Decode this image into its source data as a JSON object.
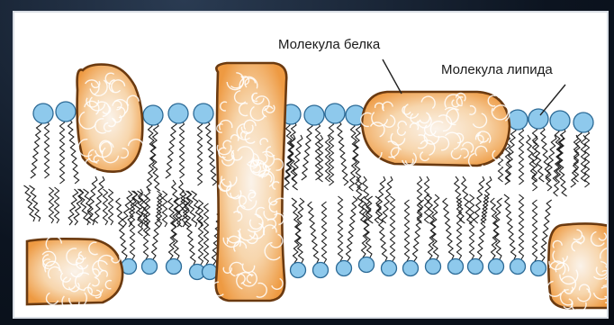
{
  "labels": {
    "protein": "Молекула белка",
    "lipid": "Молекула липида"
  },
  "colors": {
    "protein_fill": "#f3a350",
    "protein_edge": "#6b3a10",
    "protein_core": "#fbf1e6",
    "lipid_head": "#8ec9ec",
    "lipid_head_edge": "#2c6a96",
    "lipid_tail": "#1f1f1f",
    "background": "#ffffff"
  },
  "icons": [
    "protein-molecule",
    "lipid-molecule",
    "lipid-bilayer"
  ]
}
